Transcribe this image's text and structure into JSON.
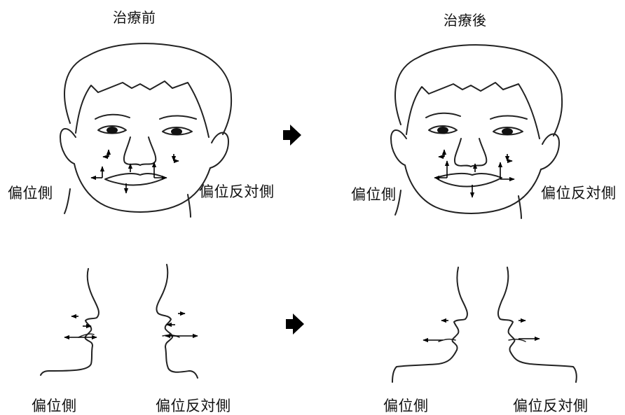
{
  "titles": {
    "before": "治療前",
    "after": "治療後"
  },
  "labels": {
    "deviated_side": "偏位側",
    "opposite_side": "偏位反対側"
  },
  "icons": {
    "transition_arrow": "right-pointing-block-arrow-icon"
  },
  "colors": {
    "line": "#222222",
    "background": "#ffffff"
  }
}
